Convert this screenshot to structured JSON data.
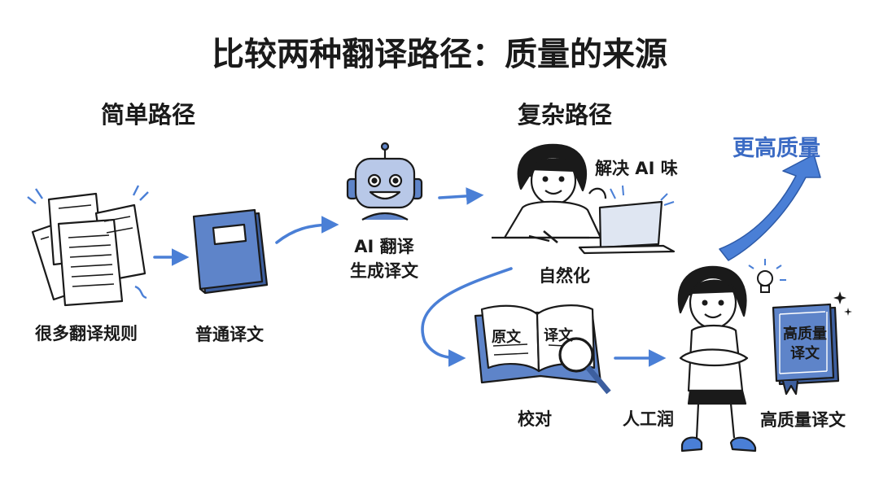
{
  "title": "比较两种翻译路径：质量的来源",
  "sections": {
    "simple": "简单路径",
    "complex": "复杂路径"
  },
  "steps": {
    "rules": "很多翻译规则",
    "plain": "普通译文",
    "ai_line1": "AI 翻译",
    "ai_line2": "生成译文",
    "remove_ai": "解决 AI 味",
    "naturalize": "自然化",
    "proofread": "校对",
    "human": "人工润",
    "final": "高质量译文"
  },
  "book_labels": {
    "source": "原文",
    "target": "译文",
    "final_line1": "高质量",
    "final_line2": "译文"
  },
  "higher_quality": "更高质量",
  "colors": {
    "accent": "#4a7fd6",
    "ink": "#1a1a1a",
    "book": "#5e84c9",
    "book_dark": "#3d5f9f"
  },
  "icons": [
    "paper-stack-icon",
    "book-icon",
    "robot-icon",
    "girl-laptop-icon",
    "open-book-magnifier-icon",
    "girl-arms-crossed-icon",
    "lightbulb-icon",
    "quality-book-icon",
    "trend-up-arrow-icon"
  ]
}
